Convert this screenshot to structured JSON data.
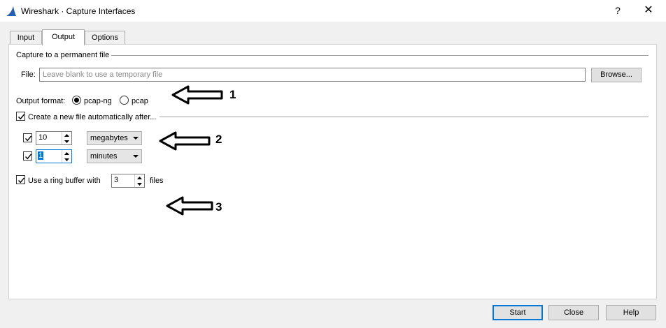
{
  "window": {
    "title": "Wireshark · Capture Interfaces",
    "help_glyph": "?",
    "close_glyph": "✕",
    "icon": "wireshark-fin-icon"
  },
  "tabs": [
    {
      "label": "Input",
      "active": false
    },
    {
      "label": "Output",
      "active": true
    },
    {
      "label": "Options",
      "active": false
    }
  ],
  "capture_file": {
    "group_title": "Capture to a permanent file",
    "file_label": "File:",
    "file_value": "",
    "file_placeholder": "Leave blank to use a temporary file",
    "browse_label": "Browse..."
  },
  "output_format": {
    "label": "Output format:",
    "options": [
      {
        "label": "pcap-ng",
        "checked": true
      },
      {
        "label": "pcap",
        "checked": false
      }
    ]
  },
  "auto_new_file": {
    "label": "Create a new file automatically after...",
    "checked": true,
    "rows": [
      {
        "checked": true,
        "value": "10",
        "unit": "megabytes",
        "selected": false
      },
      {
        "checked": true,
        "value": "1",
        "unit": "minutes",
        "selected": true
      }
    ]
  },
  "ring_buffer": {
    "checked": true,
    "label_before": "Use a ring buffer with",
    "value": "3",
    "label_after": "files"
  },
  "annotations": [
    "1",
    "2",
    "3"
  ],
  "footer": {
    "start_label": "Start",
    "close_label": "Close",
    "help_label": "Help"
  },
  "colors": {
    "accent": "#0078d7",
    "dialog_bg": "#f0f0f0",
    "fin_icon": "#1f5fb4"
  }
}
